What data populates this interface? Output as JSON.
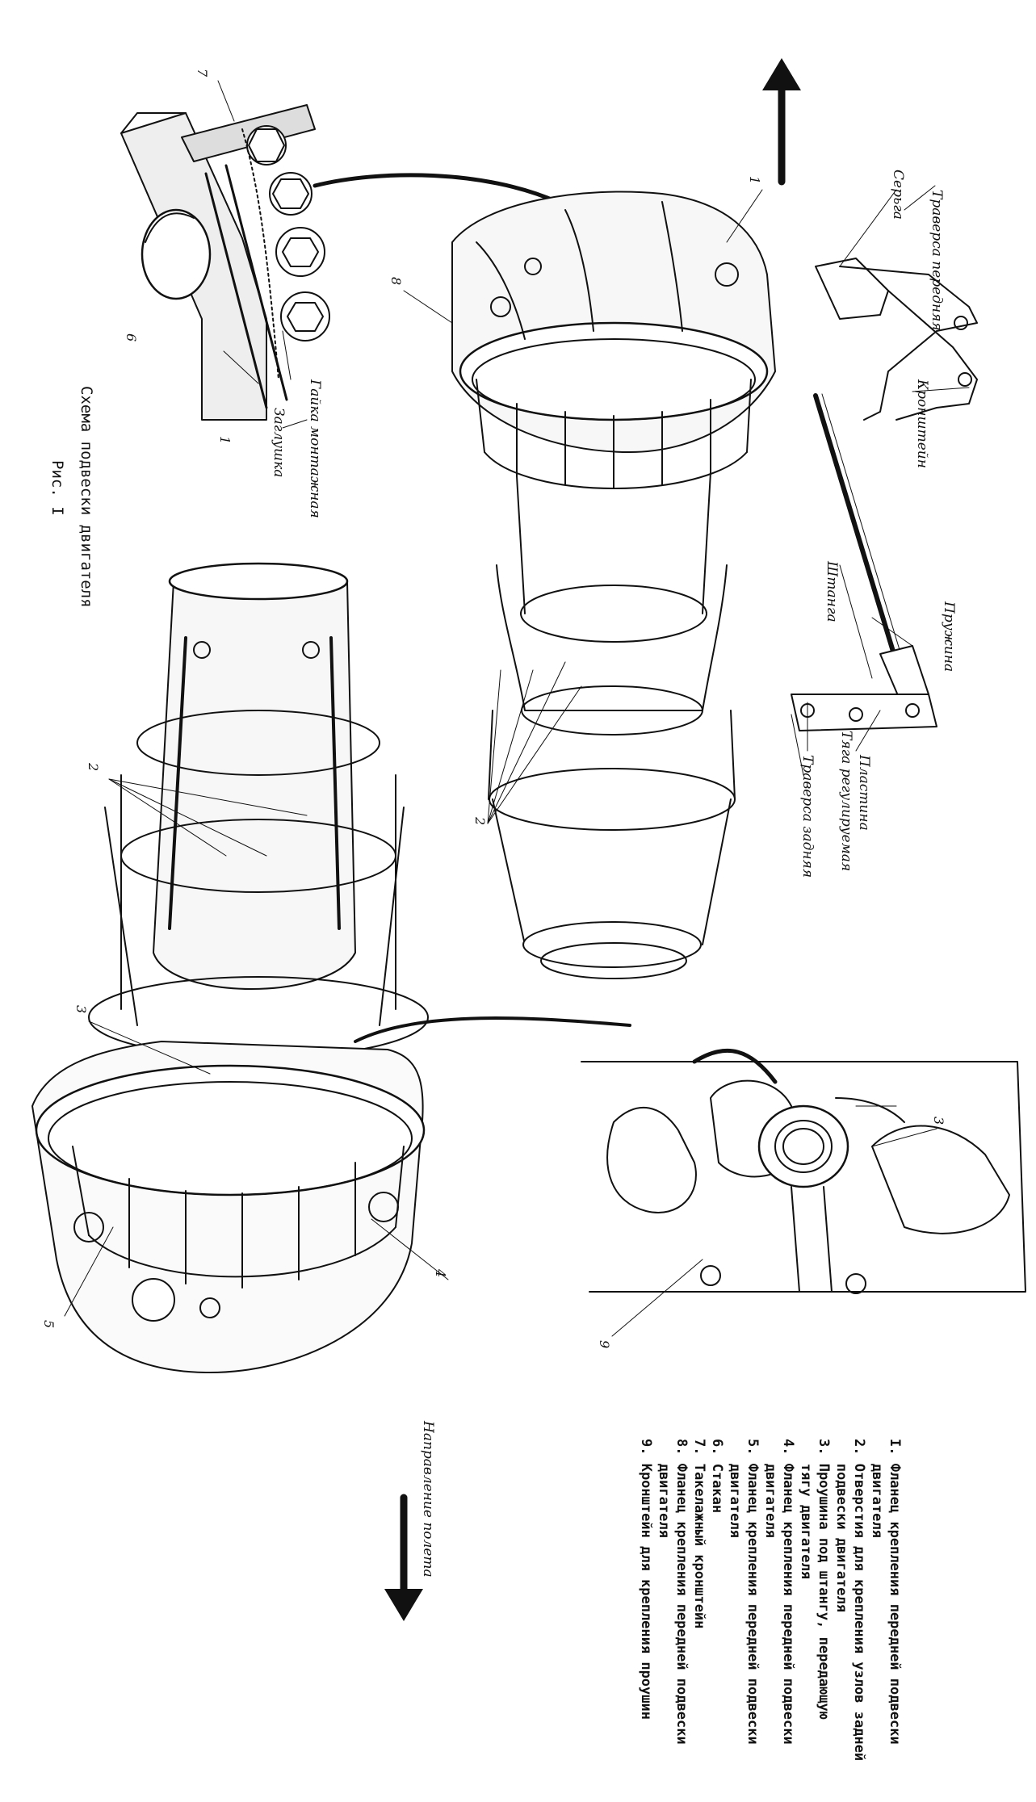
{
  "figure": {
    "title": "Схема подвески двигателя",
    "figure_number": "Рис. I",
    "direction_label": "Направление полета"
  },
  "labels": {
    "sergha": "Серьга",
    "traversa_front": "Траверса передняя",
    "bracket": "Кронштейн",
    "rod": "Штанга",
    "spring": "Пружина",
    "plate": "Пластина",
    "adjust_rod": "Тяга регулируемая",
    "traversa_rear": "Траверса задняя",
    "nut": "Гайка монтажная",
    "plug": "Заглушка"
  },
  "callouts": [
    "1",
    "2",
    "3",
    "4",
    "5",
    "6",
    "7",
    "8",
    "9"
  ],
  "legend": [
    "I. Фланец крепления передней подвески",
    "   двигателя",
    "2. Отверстия для крепления узлов задней",
    "   подвески двигателя",
    "3. Проушина под штангу, передающую",
    "   тягу двигателя",
    "4. Фланец крепления передней подвески",
    "   двигателя",
    "5. Фланец крепления передней подвески",
    "   двигателя",
    "6. Стакан",
    "7. Такелажный кронштейн",
    "8. Фланец крепления передней подвески",
    "   двигателя",
    "9. Кронштейн для крепления проушин"
  ],
  "colors": {
    "ink": "#111111",
    "paper": "#ffffff"
  }
}
